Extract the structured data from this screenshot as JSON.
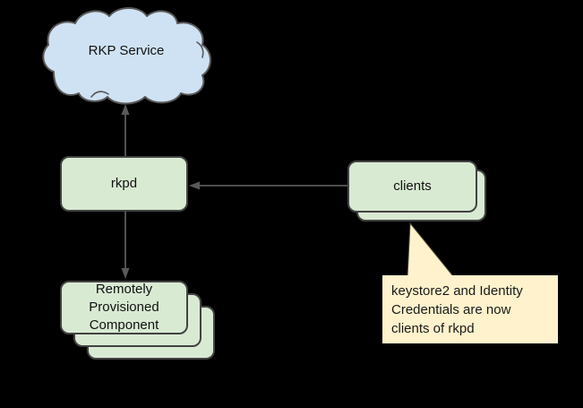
{
  "diagram": {
    "background_color": "#000000",
    "cloud": {
      "label": "RKP Service",
      "fill_color": "#cfe2f3",
      "border_color": "#595959"
    },
    "rkpd": {
      "label": "rkpd",
      "fill_color": "#d9ead3",
      "border_color": "#434343"
    },
    "clients": {
      "label": "clients",
      "stack_count": 2,
      "fill_color": "#d9ead3",
      "border_color": "#434343"
    },
    "rpc": {
      "lines": [
        "Remotely",
        "Provisioned",
        "Component"
      ],
      "stack_count": 3,
      "fill_color": "#d9ead3",
      "border_color": "#434343"
    },
    "callout": {
      "lines": [
        "keystore2 and Identity",
        "Credentials are now",
        "clients of rkpd"
      ],
      "fill_color": "#fff2cc",
      "points_to": "clients"
    },
    "connectors": [
      {
        "from": "rkpd",
        "to": "RKP Service",
        "arrowhead_at": "RKP Service",
        "direction": "up"
      },
      {
        "from": "rkpd",
        "to": "Remotely Provisioned Component",
        "arrowhead_at": "Remotely Provisioned Component",
        "direction": "down"
      },
      {
        "from": "clients",
        "to": "rkpd",
        "arrowhead_at": "rkpd",
        "direction": "left"
      }
    ],
    "connector_color": "#595959"
  }
}
